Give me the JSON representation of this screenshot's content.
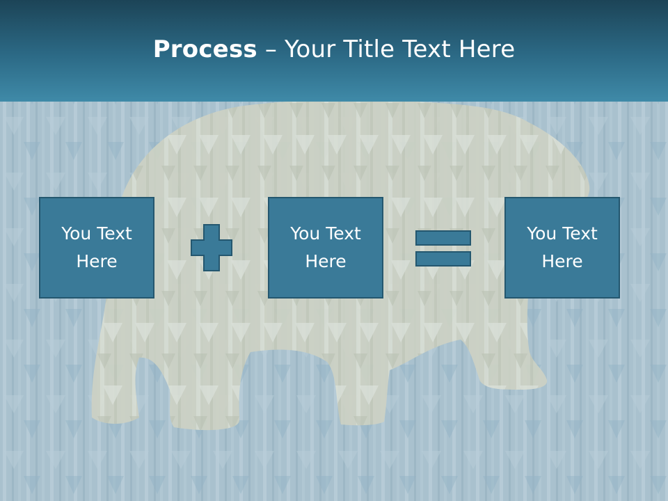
{
  "slide": {
    "title_bold": "Process",
    "title_rest": " – Your Title Text Here",
    "boxes": [
      {
        "line1": "You Text",
        "line2": "Here"
      },
      {
        "line1": "You Text",
        "line2": "Here"
      },
      {
        "line1": "You Text",
        "line2": "Here"
      }
    ],
    "operators": [
      "plus-icon",
      "equals-icon"
    ],
    "colors": {
      "header_dark": "#1c4457",
      "header_light": "#3f8aa8",
      "box_fill": "#3a7a98",
      "box_border": "#24576f",
      "background": "#a9bfcb",
      "bear_silhouette": "#d9d8c3"
    }
  }
}
